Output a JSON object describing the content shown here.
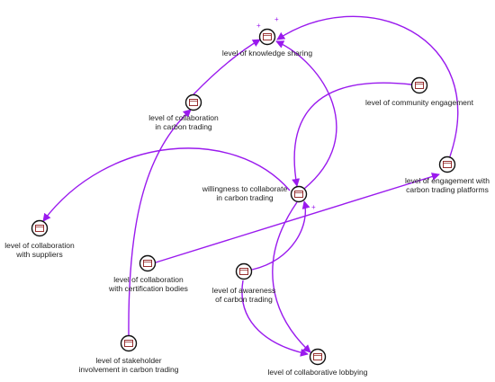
{
  "colors": {
    "edge": "#9a1aee",
    "node_stroke": "#111111",
    "icon_stroke": "#8b1a1a",
    "label": "#222222"
  },
  "nodes": [
    {
      "id": "knowledge",
      "lines": [
        "level of knowledge sharing"
      ]
    },
    {
      "id": "collab_trading",
      "lines": [
        "level of collaboration",
        "in carbon trading"
      ]
    },
    {
      "id": "community",
      "lines": [
        "level of community engagement"
      ]
    },
    {
      "id": "platforms",
      "lines": [
        "level of engagement with",
        "carbon trading platforms"
      ]
    },
    {
      "id": "willingness",
      "lines": [
        "willingness to collaborate",
        "in carbon trading"
      ]
    },
    {
      "id": "suppliers",
      "lines": [
        "level of collaboration",
        "with suppliers"
      ]
    },
    {
      "id": "certification",
      "lines": [
        "level of collaboration",
        "with certification bodies"
      ]
    },
    {
      "id": "awareness",
      "lines": [
        "level of awareness",
        "of carbon trading"
      ]
    },
    {
      "id": "stakeholder",
      "lines": [
        "level of stakeholder",
        "involvement in carbon trading"
      ]
    },
    {
      "id": "lobbying",
      "lines": [
        "level of collaborative lobbying"
      ]
    }
  ],
  "edges": [
    {
      "from": "collab_trading",
      "to": "knowledge",
      "polarity": "+"
    },
    {
      "from": "platforms",
      "to": "knowledge",
      "polarity": "+"
    },
    {
      "from": "willingness",
      "to": "knowledge",
      "polarity": ""
    },
    {
      "from": "community",
      "to": "willingness",
      "polarity": ""
    },
    {
      "from": "willingness",
      "to": "suppliers",
      "polarity": ""
    },
    {
      "from": "certification",
      "to": "platforms",
      "polarity": ""
    },
    {
      "from": "awareness",
      "to": "willingness",
      "polarity": "+"
    },
    {
      "from": "stakeholder",
      "to": "collab_trading",
      "polarity": ""
    },
    {
      "from": "willingness",
      "to": "lobbying",
      "polarity": ""
    },
    {
      "from": "awareness",
      "to": "lobbying",
      "polarity": ""
    }
  ]
}
